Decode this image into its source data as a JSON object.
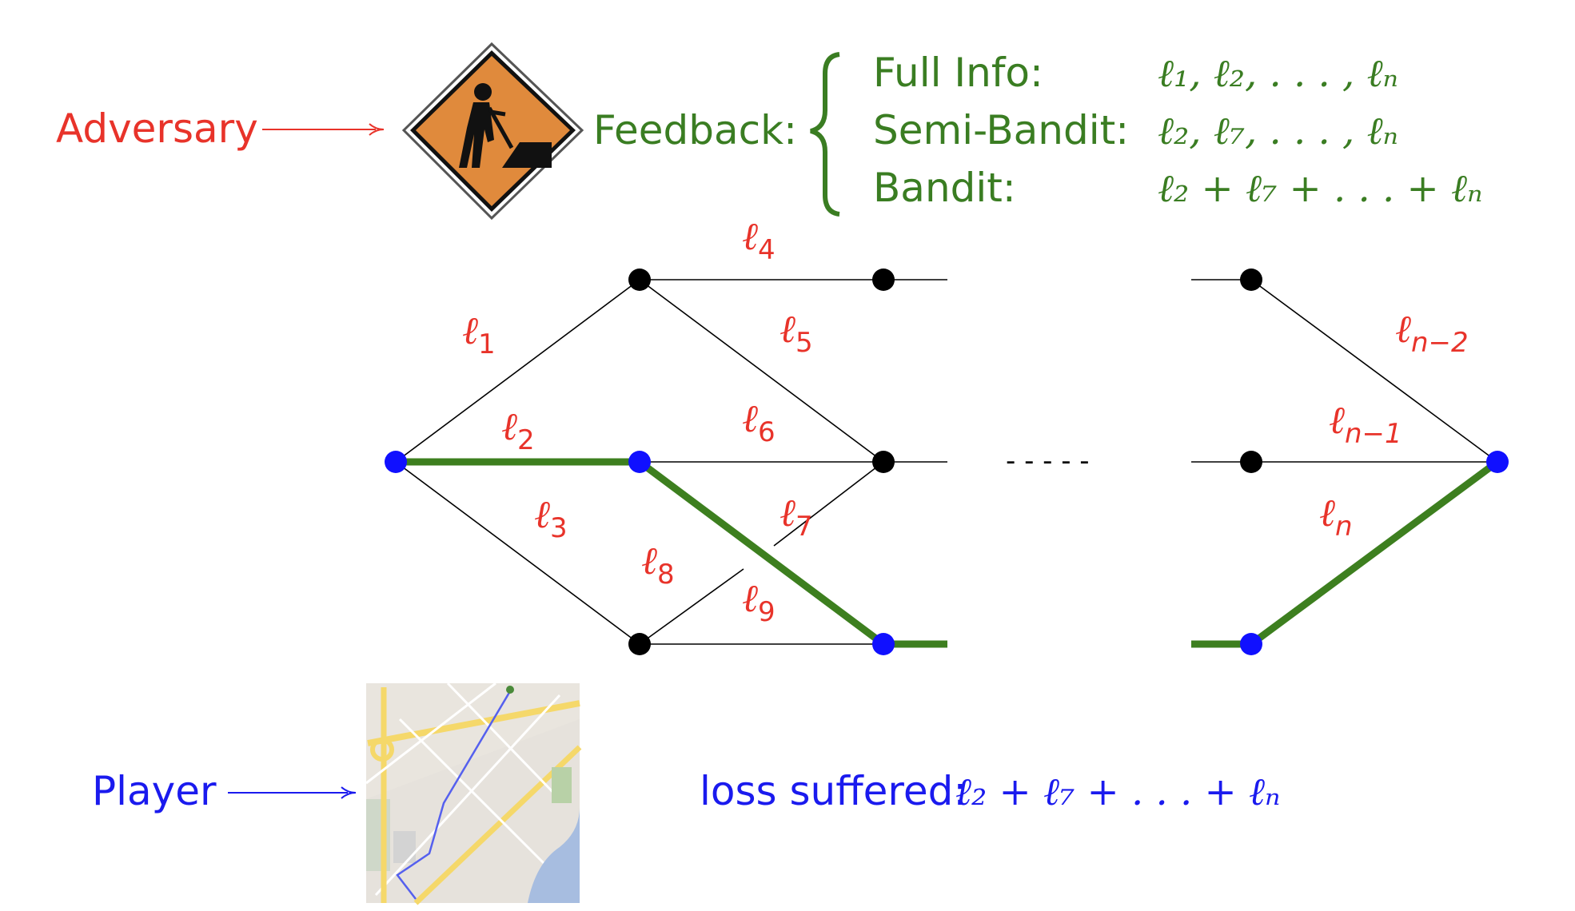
{
  "colors": {
    "red": "#e8332a",
    "green": "#3a7d22",
    "blue": "#1a1aee",
    "node_blue": "#1010ff",
    "node_black": "#000000",
    "path_green": "#3d7f1f",
    "sign_orange": "#e08a3c"
  },
  "adversary": {
    "label": "Adversary",
    "icon": "construction-worker-sign-icon"
  },
  "feedback": {
    "label": "Feedback:",
    "rows": [
      {
        "name": "Full Info:",
        "expr": "ℓ₁, ℓ₂, . . . , ℓₙ"
      },
      {
        "name": "Semi-Bandit:",
        "expr": "ℓ₂, ℓ₇, . . . , ℓₙ"
      },
      {
        "name": "Bandit:",
        "expr": "ℓ₂ + ℓ₇ + . . . + ℓₙ"
      }
    ]
  },
  "graph": {
    "ellipsis": "- - - - -",
    "edge_labels": {
      "l1": "1",
      "l2": "2",
      "l3": "3",
      "l4": "4",
      "l5": "5",
      "l6": "6",
      "l7": "7",
      "l8": "8",
      "l9": "9",
      "ln2": "n−2",
      "ln1": "n−1",
      "ln": "n"
    },
    "ell": "ℓ"
  },
  "player": {
    "label": "Player",
    "icon": "map-route-icon"
  },
  "loss": {
    "label": "loss suffered:",
    "expr": "ℓ₂ + ℓ₇ + . . . + ℓₙ"
  }
}
